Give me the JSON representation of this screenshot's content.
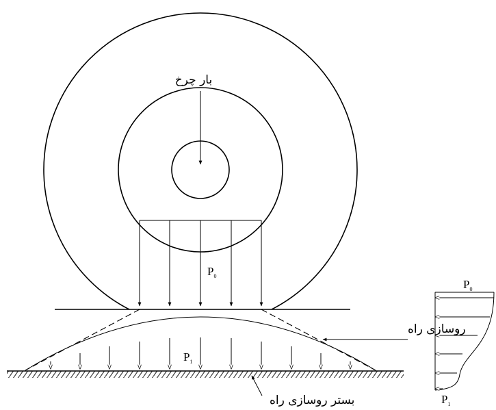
{
  "diagram": {
    "wheel_load_label": "بار چرخ",
    "surface_label": "روسازی راه",
    "subgrade_label": "بستر روسازی راه",
    "p0_symbol": "P",
    "p0_subscript": "0",
    "p1_symbol": "P",
    "p1_subscript": "1",
    "p0_side_symbol": "P",
    "p0_side_subscript": "0",
    "p1_side_symbol": "P",
    "p1_side_subscript": "1"
  }
}
